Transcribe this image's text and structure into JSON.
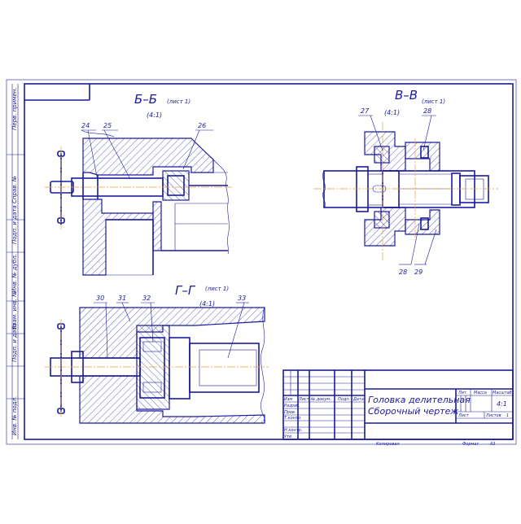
{
  "sections": {
    "bb": {
      "title": "Б–Б",
      "sheet": "(лист 1)",
      "scale": "(4:1)"
    },
    "vv": {
      "title": "В–В",
      "sheet": "(лист 1)",
      "scale": "(4:1)"
    },
    "gg": {
      "title": "Г–Г",
      "sheet": "(лист 1)",
      "scale": "(4:1)"
    }
  },
  "callouts": {
    "p24": "24",
    "p25": "25",
    "p26": "26",
    "p27": "27",
    "p28a": "28",
    "p28b": "28",
    "p29": "29",
    "p30": "30",
    "p31": "31",
    "p32": "32",
    "p33": "33"
  },
  "side_strip": {
    "s1": "Перв. примен.",
    "s2": "Справ. №",
    "s3": "Подп. и дата",
    "s4": "Инв. № дубл.",
    "s5": "Взам. инв. №",
    "s6": "Подп. и дата",
    "s7": "Инв. № подл."
  },
  "title_block": {
    "name_line1": "Головка делительная",
    "name_line2": "Сборочный чертеж",
    "col_izm": "Изм",
    "col_list": "Лист",
    "col_doc": "№ докум.",
    "col_podp": "Подп.",
    "col_data": "Дата",
    "row_razrab": "Разраб.",
    "row_prov": "Пров.",
    "row_tkontr": "Т.контр.",
    "row_nkontr": "Н.контр.",
    "row_utv": "Утв.",
    "lit": "Лит.",
    "massa": "Масса",
    "masshtab": "Масштаб",
    "scale_value": "4:1",
    "list_label": "Лист",
    "listov_label": "Листов",
    "listov_value": "1"
  },
  "footer": {
    "copied": "Копировал",
    "format": "Формат",
    "format_value": "А3"
  }
}
